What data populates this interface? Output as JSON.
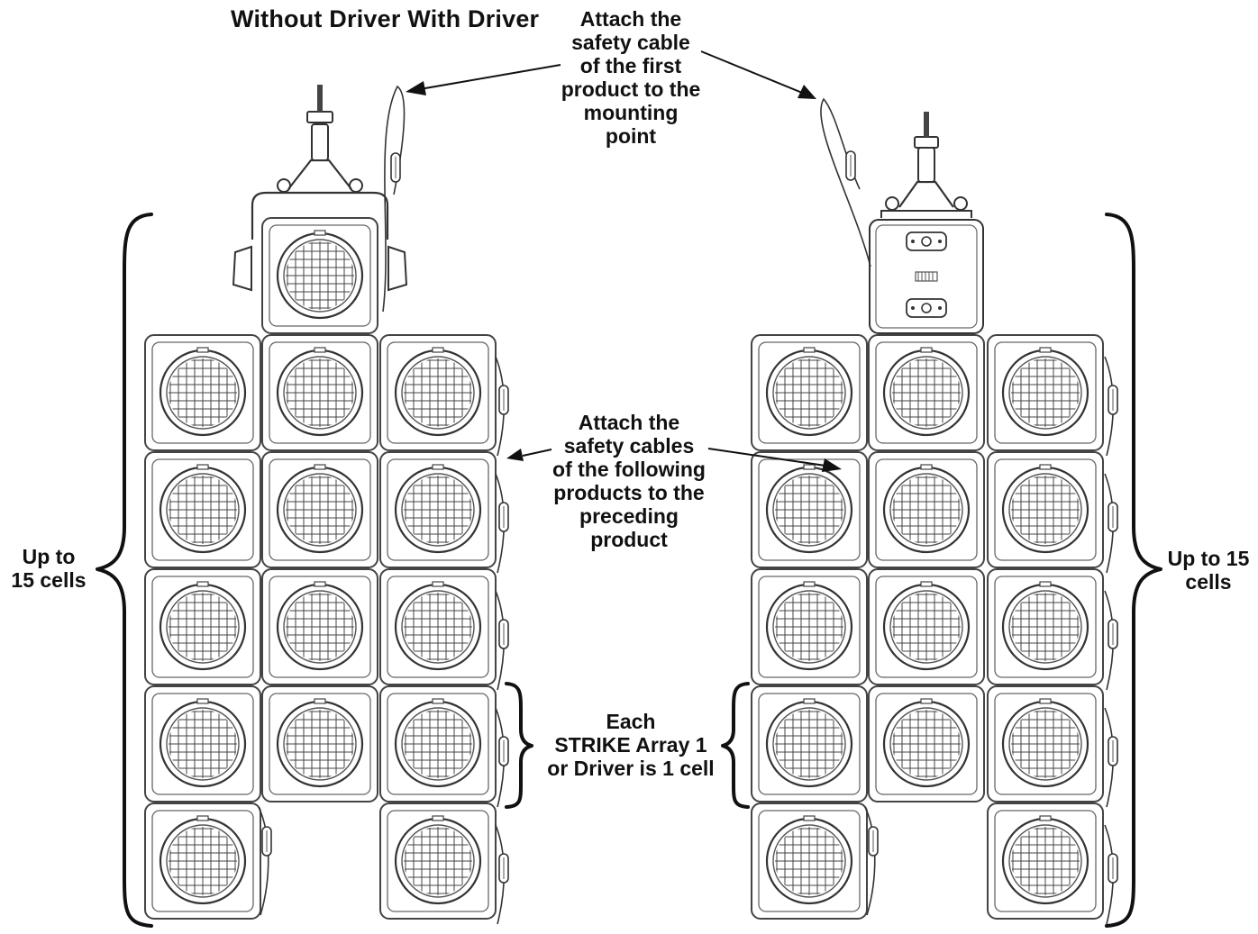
{
  "figure": {
    "heading_left": "Without Driver",
    "heading_right": "With Driver",
    "callouts": {
      "first_cable": [
        "Attach the",
        "safety cable",
        "of the first",
        "product to the",
        "mounting",
        "point"
      ],
      "following_cables": [
        "Attach the",
        "safety cables",
        "of the following",
        "products to the",
        "preceding",
        "product"
      ],
      "cell_definition": [
        "Each",
        "STRIKE Array 1",
        "or Driver is 1 cell"
      ],
      "left_limit": [
        "Up to",
        "15 cells"
      ],
      "right_limit": [
        "Up to 15",
        "cells"
      ]
    },
    "assemblies": [
      {
        "name": "without-driver",
        "top_unit": "fixture",
        "grid_rows": [
          [
            1,
            1,
            1
          ],
          [
            1,
            1,
            1
          ],
          [
            1,
            1,
            1
          ],
          [
            1,
            1,
            1
          ],
          [
            1,
            0,
            1
          ]
        ]
      },
      {
        "name": "with-driver",
        "top_unit": "driver",
        "grid_rows": [
          [
            1,
            1,
            1
          ],
          [
            1,
            1,
            1
          ],
          [
            1,
            1,
            1
          ],
          [
            1,
            1,
            1
          ],
          [
            1,
            0,
            1
          ]
        ]
      }
    ]
  }
}
